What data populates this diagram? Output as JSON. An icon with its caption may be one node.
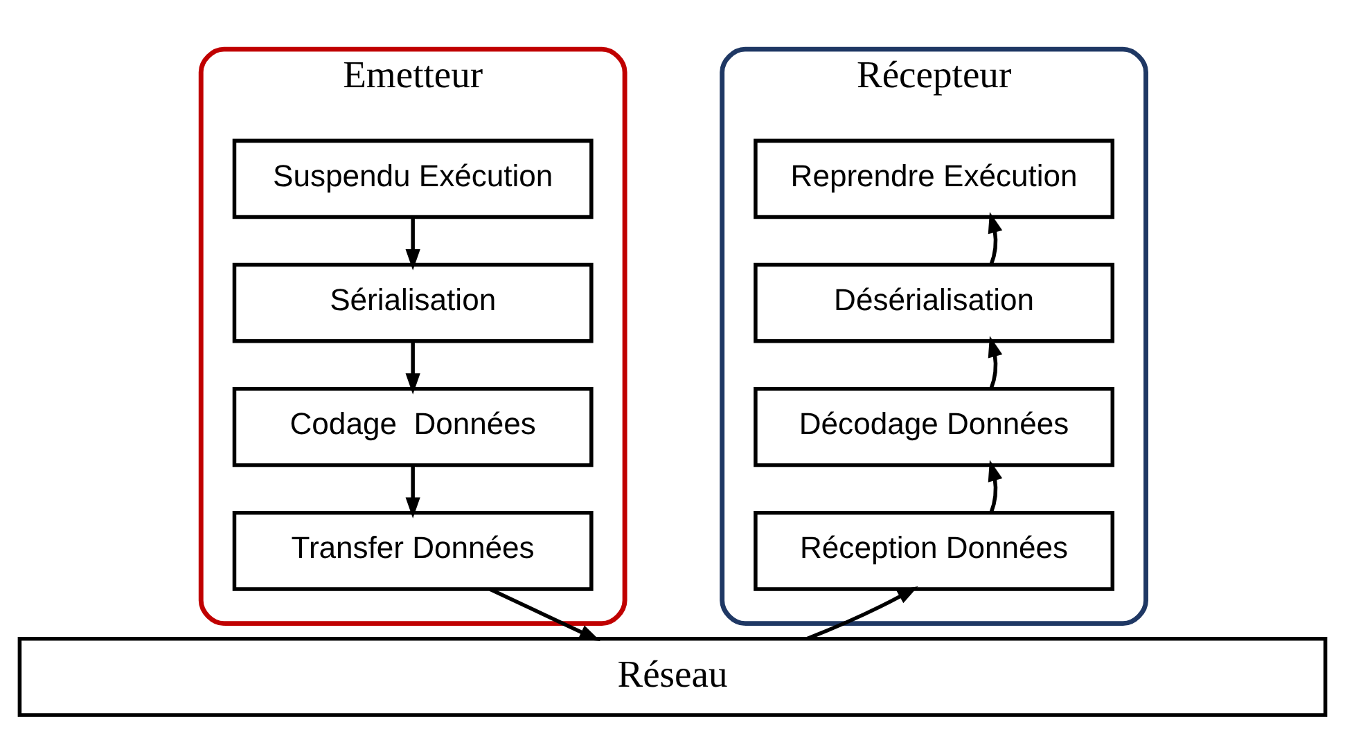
{
  "diagram": {
    "nodes": [
      {
        "text": [
          "Emetteur"
        ]
      },
      {
        "text": [
          "Suspendu Exécution"
        ],
        "in": 0
      },
      {
        "text": [
          "Sérialisation"
        ],
        "in": 0
      },
      {
        "text": [
          "Codage  Données"
        ],
        "in": 0
      },
      {
        "text": [
          "Transfer Données"
        ],
        "in": 0
      },
      {
        "text": [
          "Récepteur"
        ]
      },
      {
        "text": [
          "Reprendre Exécution"
        ],
        "in": 5
      },
      {
        "text": [
          "Désérialisation"
        ],
        "in": 5
      },
      {
        "text": [
          "Décodage Données"
        ],
        "in": 5
      },
      {
        "text": [
          "Réception Données"
        ],
        "in": 5
      },
      {
        "text": [
          "Réseau"
        ]
      }
    ],
    "edges": [
      {
        "from": 1,
        "to": 2,
        "arrow": "to"
      },
      {
        "from": 2,
        "to": 3,
        "arrow": "to"
      },
      {
        "from": 3,
        "to": 4,
        "arrow": "to"
      },
      {
        "from": 4,
        "to": 10,
        "arrow": "to"
      },
      {
        "from": 10,
        "to": 9,
        "arrow": "to"
      },
      {
        "from": 9,
        "to": 8,
        "arrow": "to"
      },
      {
        "from": 8,
        "to": 7,
        "arrow": "to"
      },
      {
        "from": 7,
        "to": 6,
        "arrow": "to"
      }
    ]
  }
}
